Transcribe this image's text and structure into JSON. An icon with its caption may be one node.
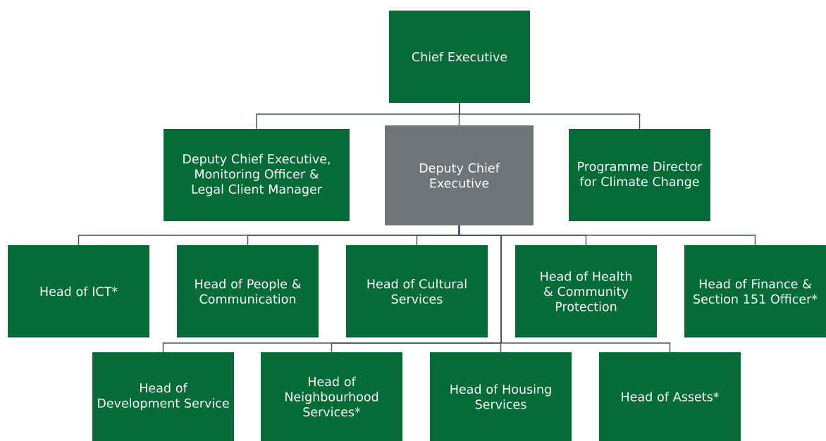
{
  "diagram": {
    "nodes": [
      {
        "text": [
          "Chief Executive"
        ]
      },
      {
        "text": [
          "Deputy Chief Executive, Monitoring Officer & Legal Client Manager"
        ]
      },
      {
        "text": [
          "Deputy Chief Executive"
        ]
      },
      {
        "text": [
          "Programme Director for Climate Change"
        ]
      },
      {
        "text": [
          "Head of ICT*"
        ]
      },
      {
        "text": [
          "Head of People & Communication"
        ]
      },
      {
        "text": [
          "Head of Cultural Services"
        ]
      },
      {
        "text": [
          "Head of Health & Community Protection"
        ]
      },
      {
        "text": [
          "Head of Finance & Section 151 Officer*"
        ]
      },
      {
        "text": [
          "Head of Development Service"
        ]
      },
      {
        "text": [
          "Head of Neighbourhood Services*"
        ]
      },
      {
        "text": [
          "Head of Housing Services"
        ]
      },
      {
        "text": [
          "Head of Assets*"
        ]
      }
    ],
    "edges": [
      {
        "from": 0,
        "to": 1,
        "arrow": "none"
      },
      {
        "from": 0,
        "to": 2,
        "arrow": "none"
      },
      {
        "from": 0,
        "to": 3,
        "arrow": "none"
      },
      {
        "from": 2,
        "to": 4,
        "arrow": "none"
      },
      {
        "from": 2,
        "to": 5,
        "arrow": "none"
      },
      {
        "from": 2,
        "to": 6,
        "arrow": "none"
      },
      {
        "from": 2,
        "to": 7,
        "arrow": "none"
      },
      {
        "from": 2,
        "to": 8,
        "arrow": "none"
      },
      {
        "from": 2,
        "to": 9,
        "arrow": "none"
      },
      {
        "from": 2,
        "to": 10,
        "arrow": "none"
      },
      {
        "from": 2,
        "to": 11,
        "arrow": "none"
      },
      {
        "from": 2,
        "to": 12,
        "arrow": "none"
      }
    ]
  }
}
